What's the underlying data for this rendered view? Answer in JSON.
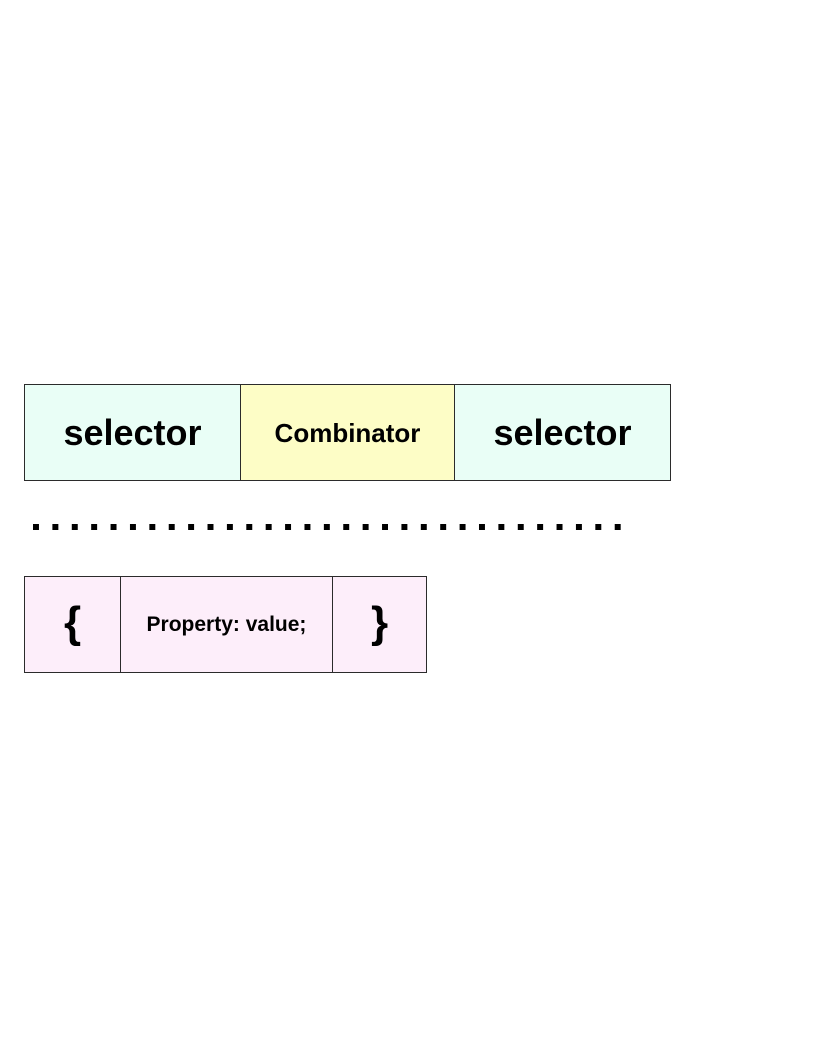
{
  "selector_row": {
    "left_selector": "selector",
    "combinator": "Combinator",
    "right_selector": "selector"
  },
  "declaration_row": {
    "open_brace": "{",
    "declaration": "Property: value;",
    "close_brace": "}"
  },
  "colors": {
    "selector_fill": "#e9fef6",
    "combinator_fill": "#fdfdc6",
    "declaration_fill": "#fdeefa",
    "border": "#2b2b2b",
    "separator": "#000000"
  }
}
